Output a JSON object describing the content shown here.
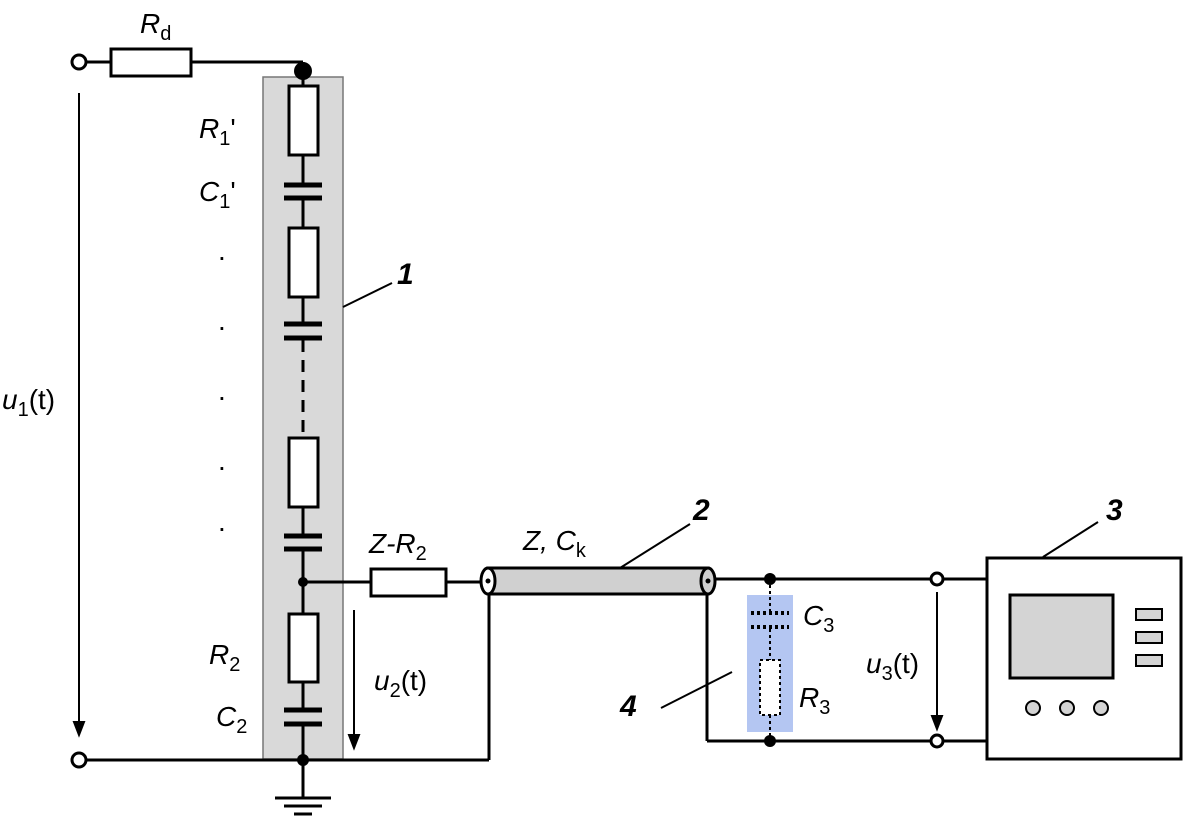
{
  "labels": {
    "rd": {
      "main": "R",
      "sub": "d"
    },
    "r1p": {
      "main": "R",
      "sub": "1",
      "suffix": "'"
    },
    "c1p": {
      "main": "C",
      "sub": "1",
      "suffix": "'"
    },
    "u1": {
      "main": "u",
      "sub": "1",
      "suffix": "(t)"
    },
    "zr2": {
      "main": "Z-R",
      "sub": "2"
    },
    "zck": {
      "main": "Z, C",
      "sub": "k"
    },
    "r2": {
      "main": "R",
      "sub": "2"
    },
    "c2": {
      "main": "C",
      "sub": "2"
    },
    "u2": {
      "main": "u",
      "sub": "2",
      "suffix": "(t)"
    },
    "c3": {
      "main": "C",
      "sub": "3"
    },
    "r3": {
      "main": "R",
      "sub": "3"
    },
    "u3": {
      "main": "u",
      "sub": "3",
      "suffix": "(t)"
    }
  },
  "callouts": {
    "n1": "1",
    "n2": "2",
    "n3": "3",
    "n4": "4"
  },
  "dots": [
    ".",
    ".",
    ".",
    ".",
    "."
  ],
  "colors": {
    "line": "#000000",
    "divider_band": "#d9d9d9",
    "probe_band": "#b4c6f2",
    "coax": "#d0d0d0",
    "scope_screen": "#d4d4d4"
  },
  "icons": [
    "ground-icon",
    "oscilloscope-icon",
    "terminal-icon"
  ]
}
